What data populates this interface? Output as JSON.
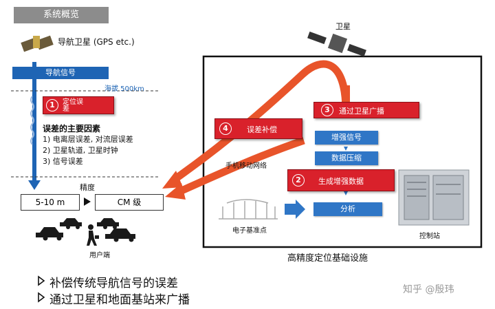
{
  "header": {
    "title": "系统概览"
  },
  "left": {
    "gps_label": "导航卫星 (GPS etc.)",
    "nav_signal": "导航信号",
    "altitude": "海拔 500km",
    "step1_num": "1",
    "step1_text": "定位误差",
    "factors_title": "误差的主要因素",
    "factors": [
      "1) 电离层误差, 对流层误差",
      "2) 卫星轨道, 卫星时钟",
      "3) 信号误差"
    ],
    "accuracy_label": "精度",
    "acc_from": "5-10 m",
    "acc_to": "CM 级",
    "user_label": "用户端"
  },
  "right": {
    "satellite_label": "卫星",
    "step3_num": "3",
    "step3_text": "通过卫星广播",
    "step4_num": "4",
    "step4_text": "误差补偿",
    "enhance_signal": "增强信号",
    "data_compress": "数据压缩",
    "step2_num": "2",
    "step2_text": "生成增强数据",
    "mobile_network": "手机移动网络",
    "analysis": "分析",
    "base_station": "电子基准点",
    "control_station": "控制站",
    "infra_caption": "高精度定位基础设施"
  },
  "bullets": [
    "补偿传统导航信号的误差",
    "通过卫星和地面基站来广播"
  ],
  "watermark": "知乎 @殷玮",
  "colors": {
    "red": "#d9212b",
    "blue": "#2f76c6",
    "arrow_red": "#e8542a",
    "nav_blue": "#1e64b4"
  }
}
